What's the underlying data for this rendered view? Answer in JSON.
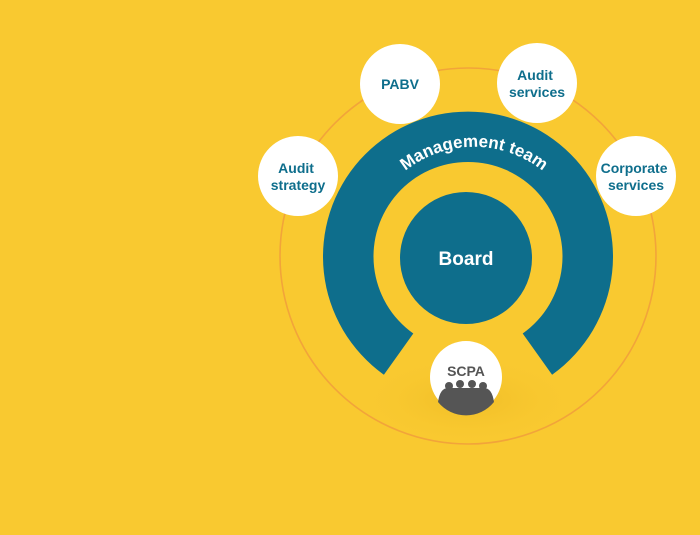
{
  "colors": {
    "background": "#f9c930",
    "primary": "#0e6e8c",
    "ring_line": "#f2a43a",
    "node_fill": "#ffffff",
    "people_fill": "#555555"
  },
  "diagram": {
    "center_node": {
      "label": "Board"
    },
    "ring_arc": {
      "label": "Management team"
    },
    "bottom_node": {
      "label": "SCPA",
      "icon": "people-group-icon"
    },
    "outer_nodes": [
      {
        "lines": [
          "Audit",
          "strategy"
        ]
      },
      {
        "lines": [
          "PABV"
        ]
      },
      {
        "lines": [
          "Audit",
          "services"
        ]
      },
      {
        "lines": [
          "Corporate",
          "services"
        ]
      }
    ]
  }
}
